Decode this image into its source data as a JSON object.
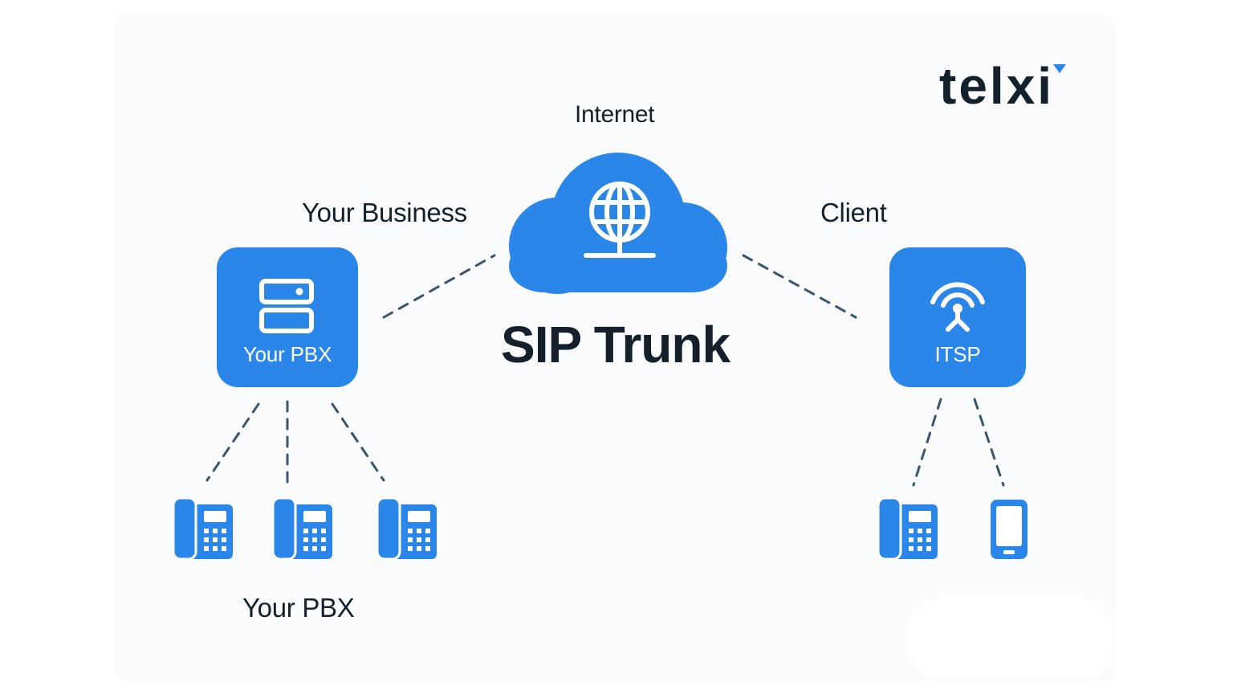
{
  "brand": {
    "logo_text": "telxi",
    "accent_color": "#2a86e8"
  },
  "labels": {
    "internet": "Internet",
    "your_business": "Your Business",
    "client": "Client",
    "sip_trunk": "SIP Trunk",
    "bottom_your_pbx": "Your PBX"
  },
  "nodes": {
    "pbx": {
      "label": "Your PBX",
      "icon": "server-icon"
    },
    "itsp": {
      "label": "ITSP",
      "icon": "antenna-icon"
    },
    "cloud": {
      "icon": "globe-network-icon"
    }
  },
  "devices": {
    "pbx_side": [
      "desk-phone-icon",
      "desk-phone-icon",
      "desk-phone-icon"
    ],
    "itsp_side": [
      "desk-phone-icon",
      "mobile-phone-icon"
    ]
  },
  "colors": {
    "primary_blue": "#2a86e8",
    "line_color": "#3b556e",
    "text_dark": "#15202b"
  }
}
